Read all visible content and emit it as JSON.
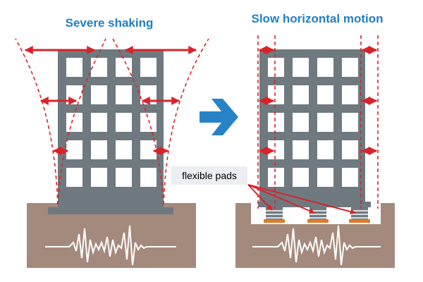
{
  "panels": {
    "left_title": "Severe shaking",
    "right_title": "Slow horizontal motion"
  },
  "pads_label": "flexible pads",
  "colors": {
    "title_blue": "#1f7fc4",
    "arrow_blue": "#2a82c6",
    "building": "#6e7a80",
    "ground": "#a48a7c",
    "annotation_red": "#d8232a",
    "pad_orange": "#e07a2a",
    "label_bg": "#eceef2"
  }
}
